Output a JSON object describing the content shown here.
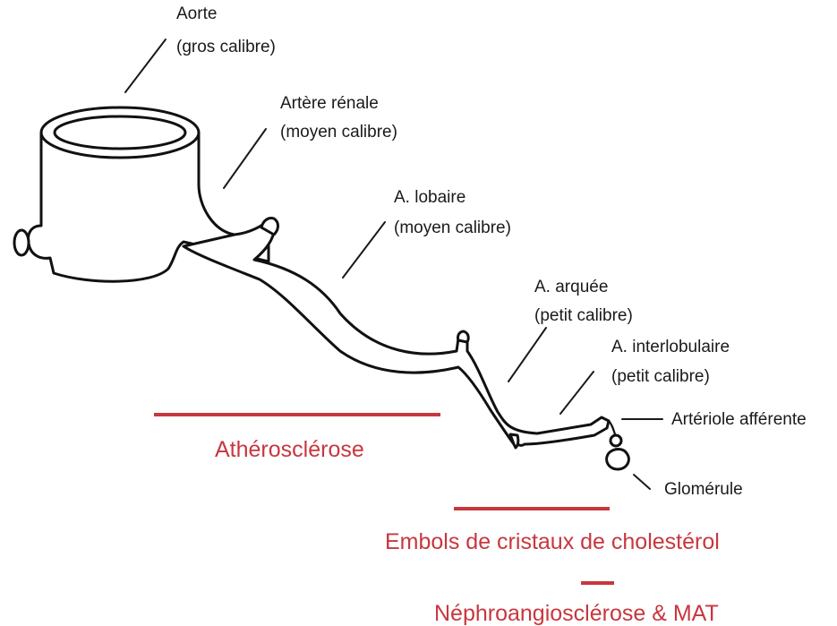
{
  "colors": {
    "ink": "#1a1a1a",
    "accent": "#c8373f"
  },
  "labels": {
    "aorte": {
      "line1": "Aorte",
      "line2": "(gros calibre)"
    },
    "artere_renale": {
      "line1": "Artère rénale",
      "line2": "(moyen calibre)"
    },
    "lobaire": {
      "line1": "A. lobaire",
      "line2": "(moyen calibre)"
    },
    "arquee": {
      "line1": "A. arquée",
      "line2": "(petit calibre)"
    },
    "interlobulaire": {
      "line1": "A. interlobulaire",
      "line2": "(petit calibre)"
    },
    "arteriole": "Artériole afférente",
    "glomerule": "Glomérule"
  },
  "pathologies": [
    {
      "name": "Athérosclérose"
    },
    {
      "name": "Embols de cristaux de cholestérol"
    },
    {
      "name": "Néphroangiosclérose & MAT"
    }
  ]
}
